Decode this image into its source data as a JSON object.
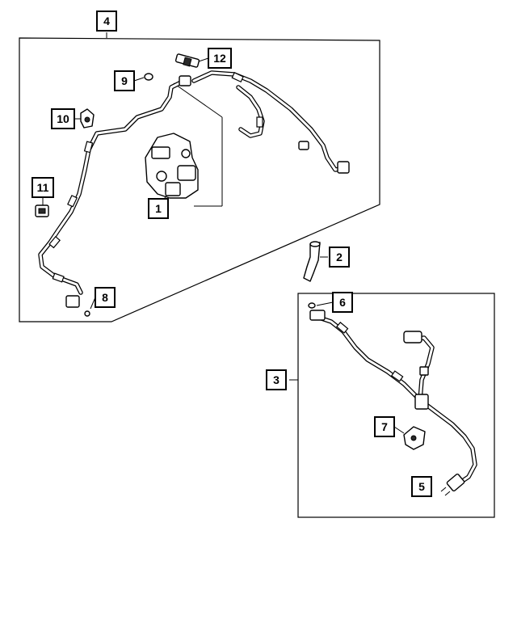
{
  "diagram": {
    "callouts": [
      {
        "id": "4",
        "label": "4"
      },
      {
        "id": "12",
        "label": "12"
      },
      {
        "id": "9",
        "label": "9"
      },
      {
        "id": "10",
        "label": "10"
      },
      {
        "id": "11",
        "label": "11"
      },
      {
        "id": "1",
        "label": "1"
      },
      {
        "id": "8",
        "label": "8"
      },
      {
        "id": "2",
        "label": "2"
      },
      {
        "id": "6",
        "label": "6"
      },
      {
        "id": "3",
        "label": "3"
      },
      {
        "id": "7",
        "label": "7"
      },
      {
        "id": "5",
        "label": "5"
      }
    ]
  }
}
